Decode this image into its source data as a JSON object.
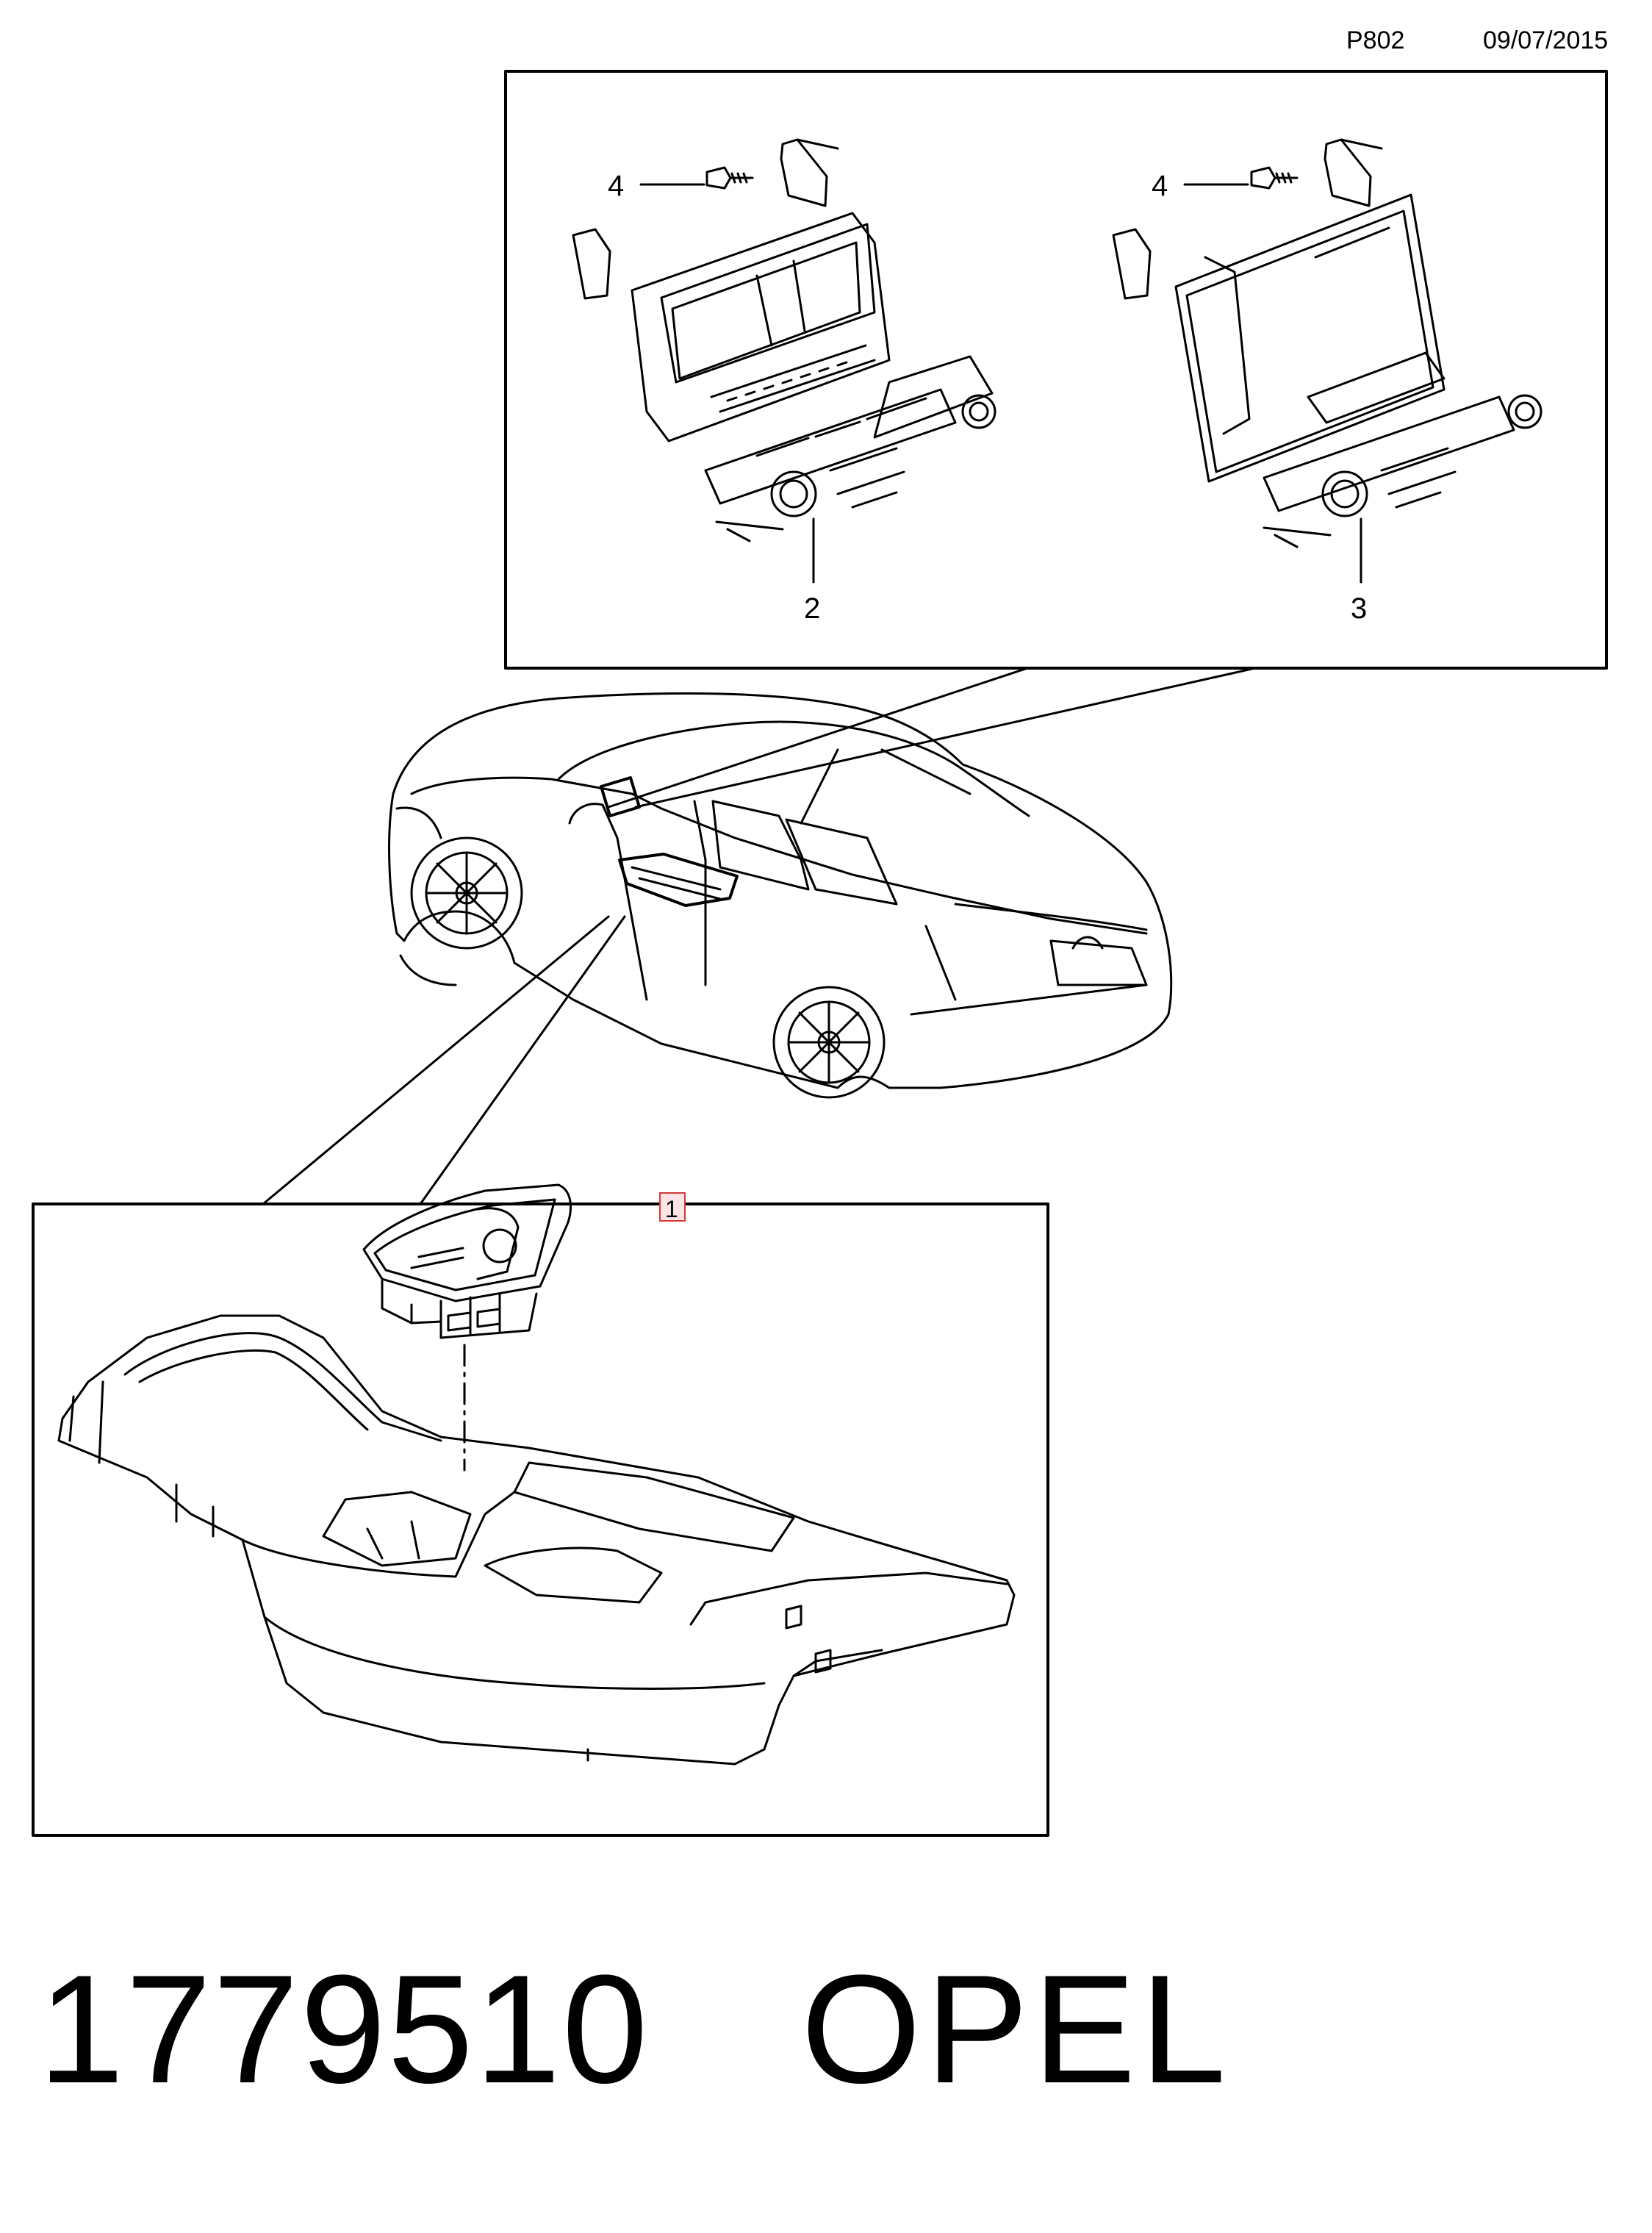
{
  "header": {
    "diagram_code": "P802",
    "date": "09/07/2015"
  },
  "callouts": {
    "screw_left": "4",
    "screw_right": "4",
    "radio_unit_small": "2",
    "radio_unit_large": "3",
    "console_switch": "1"
  },
  "footer": {
    "part_number": "1779510",
    "brand": "OPEL"
  },
  "colors": {
    "line": "#000000",
    "highlight_border": "#d23a3a",
    "highlight_fill": "#fde4e4"
  }
}
